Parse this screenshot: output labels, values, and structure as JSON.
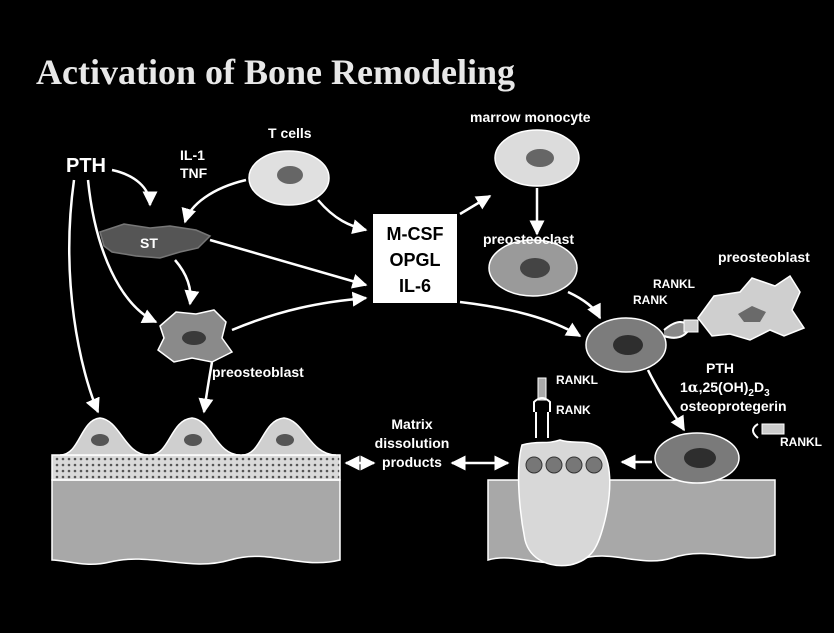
{
  "title": "Activation of Bone Remodeling",
  "labels": {
    "pth_left": "PTH",
    "il1": "IL-1",
    "tnf": "TNF",
    "st": "ST",
    "t_cells": "T cells",
    "marrow_monocyte": "marrow monocyte",
    "preosteoclast": "preosteoclast",
    "preosteoblast_left": "preosteoblast",
    "preosteoblast_right": "preosteoblast",
    "rankl_top": "RANKL",
    "rank_top": "RANK",
    "pth_right": "PTH",
    "vitd_prefix": "1",
    "vitd_alpha": "α",
    "vitd_mid": ",25(OH)",
    "vitd_sub1": "2",
    "vitd_D": "D",
    "vitd_sub2": "3",
    "osteoprotegerin": "osteoprotegerin",
    "rankl_opg": "RANKL",
    "rankl_mid": "RANKL",
    "rank_mid": "RANK",
    "matrix_1": "Matrix",
    "matrix_2": "dissolution",
    "matrix_3": "products"
  },
  "box": {
    "line1": "M-CSF",
    "line2": "OPGL",
    "line3": "IL-6"
  }
}
